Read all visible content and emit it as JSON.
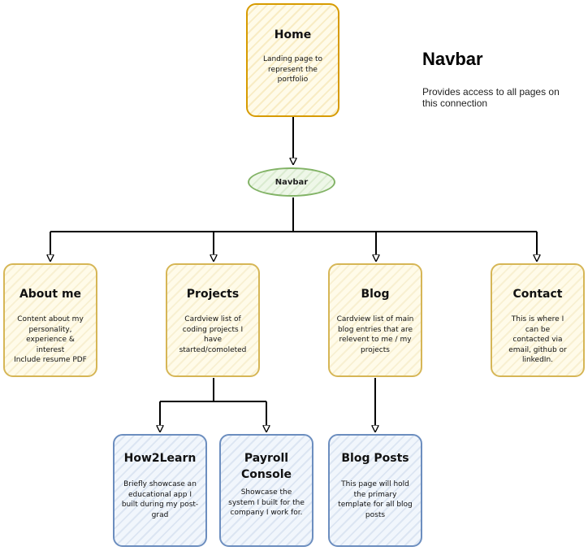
{
  "nodes": {
    "home": {
      "title": "Home",
      "desc": "Landing page to represent the portfolio"
    },
    "navbar": {
      "label": "Navbar"
    },
    "about": {
      "title": "About me",
      "desc": "Content about my personality, experience & interest\nInclude resume PDF"
    },
    "projects": {
      "title": "Projects",
      "desc": "Cardview list of coding projects I have started/comoleted"
    },
    "blog": {
      "title": "Blog",
      "desc": "Cardview list of main blog entries that are relevent to me / my projects"
    },
    "contact": {
      "title": "Contact",
      "desc": "This is where I can be contacted via email, github or linkedIn."
    },
    "how2learn": {
      "title": "How2Learn",
      "desc": "Briefly showcase an educational app I built during my post-grad"
    },
    "payroll": {
      "title": "Payroll Console",
      "desc": "Showcase the system I built for the company I work for."
    },
    "blogposts": {
      "title": "Blog Posts",
      "desc": "This page will hold the primary template for all blog posts"
    }
  },
  "legend": {
    "heading": "Navbar",
    "text": "Provides access to all pages on this connection"
  },
  "colors": {
    "yellow_border": "#d6b656",
    "gold_border": "#d79b00",
    "green_border": "#82b366",
    "blue_border": "#6c8ebf"
  }
}
